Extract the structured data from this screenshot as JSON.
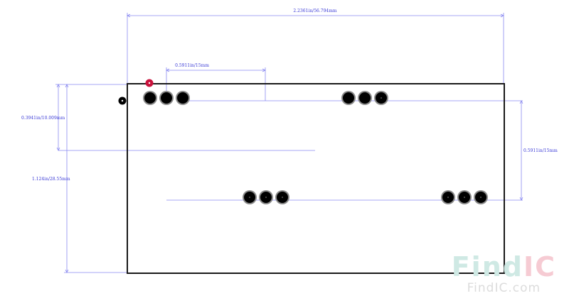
{
  "dimensions": {
    "overall_width": "2.2361in/56.794mm",
    "pin_pitch_span": "0.5911in/15mm",
    "row_offset_left": "0.3941in/10.009mm",
    "overall_height": "1.124in/28.55mm",
    "row_spacing_right": "0.5911in/15mm"
  },
  "watermark": {
    "logo_part1": "Find",
    "logo_part2": "IC",
    "url": "FindIC.com"
  },
  "colors": {
    "dimension": "#3a3ad6",
    "board_outline": "#1a1a1a",
    "pin1_marker": "#c8123c",
    "origin_marker": "#000000"
  }
}
